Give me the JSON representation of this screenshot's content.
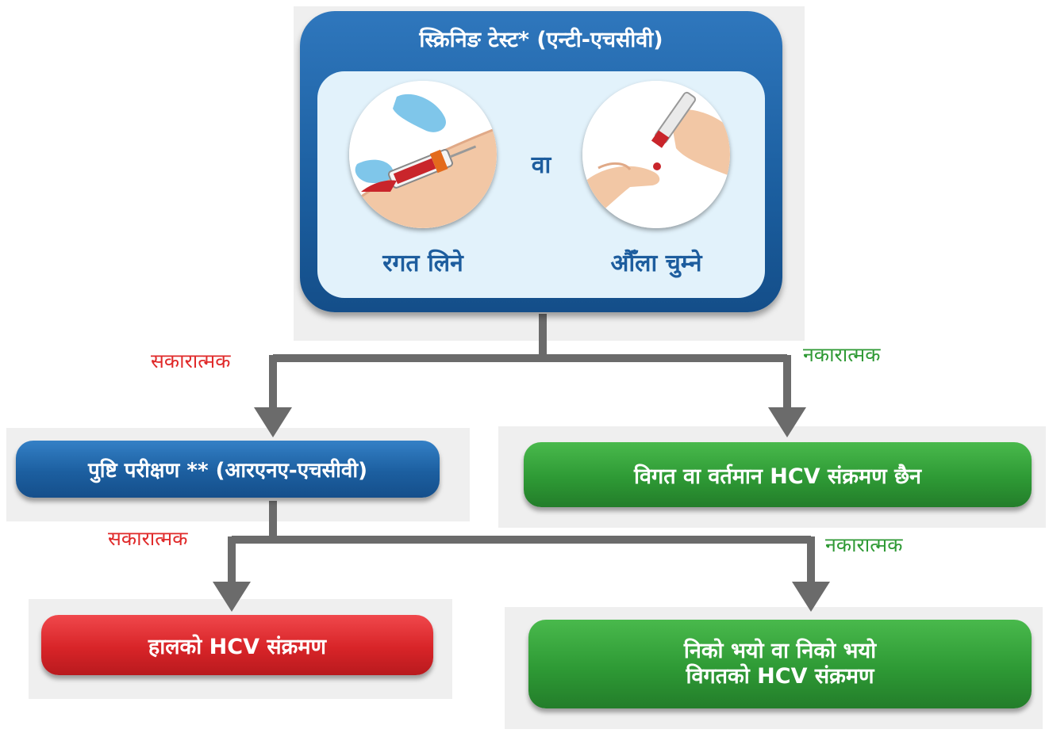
{
  "screening": {
    "title": "स्क्रिनिङ टेस्ट* (एन्टी-एचसीवी)",
    "or_label": "वा",
    "left_label": "रगत लिने",
    "right_label": "औँला चुम्ने"
  },
  "branches": {
    "positive": "सकारात्मक",
    "negative": "नकारात्मक"
  },
  "confirm": {
    "label": "पुष्टि परीक्षण ** (आरएनए-एचसीवी)"
  },
  "no_infection": {
    "label": "विगत वा वर्तमान HCV संक्रमण छैन"
  },
  "current_infection": {
    "label": "हालको HCV संक्रमण"
  },
  "cured": {
    "line1": "निको भयो वा निको भयो",
    "line2": "विगतको HCV संक्रमण"
  },
  "colors": {
    "blue": "#1b5e9f",
    "green": "#2e9a35",
    "red": "#d82428",
    "connector": "#6b6b6b"
  }
}
